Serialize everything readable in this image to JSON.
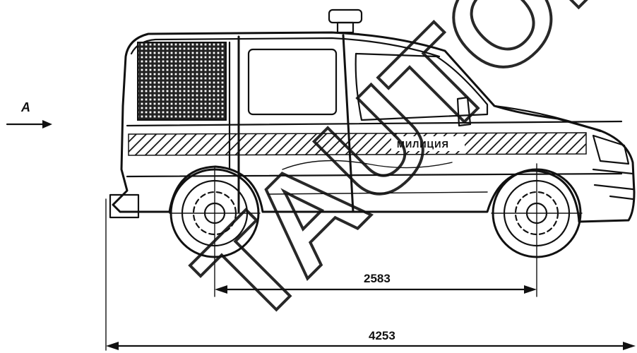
{
  "view_label": "A",
  "stripe_label": "МИЛИЦИЯ",
  "dimensions": {
    "wheelbase": "2583",
    "overall_length": "4253"
  },
  "watermark": "TAUTO.I"
}
